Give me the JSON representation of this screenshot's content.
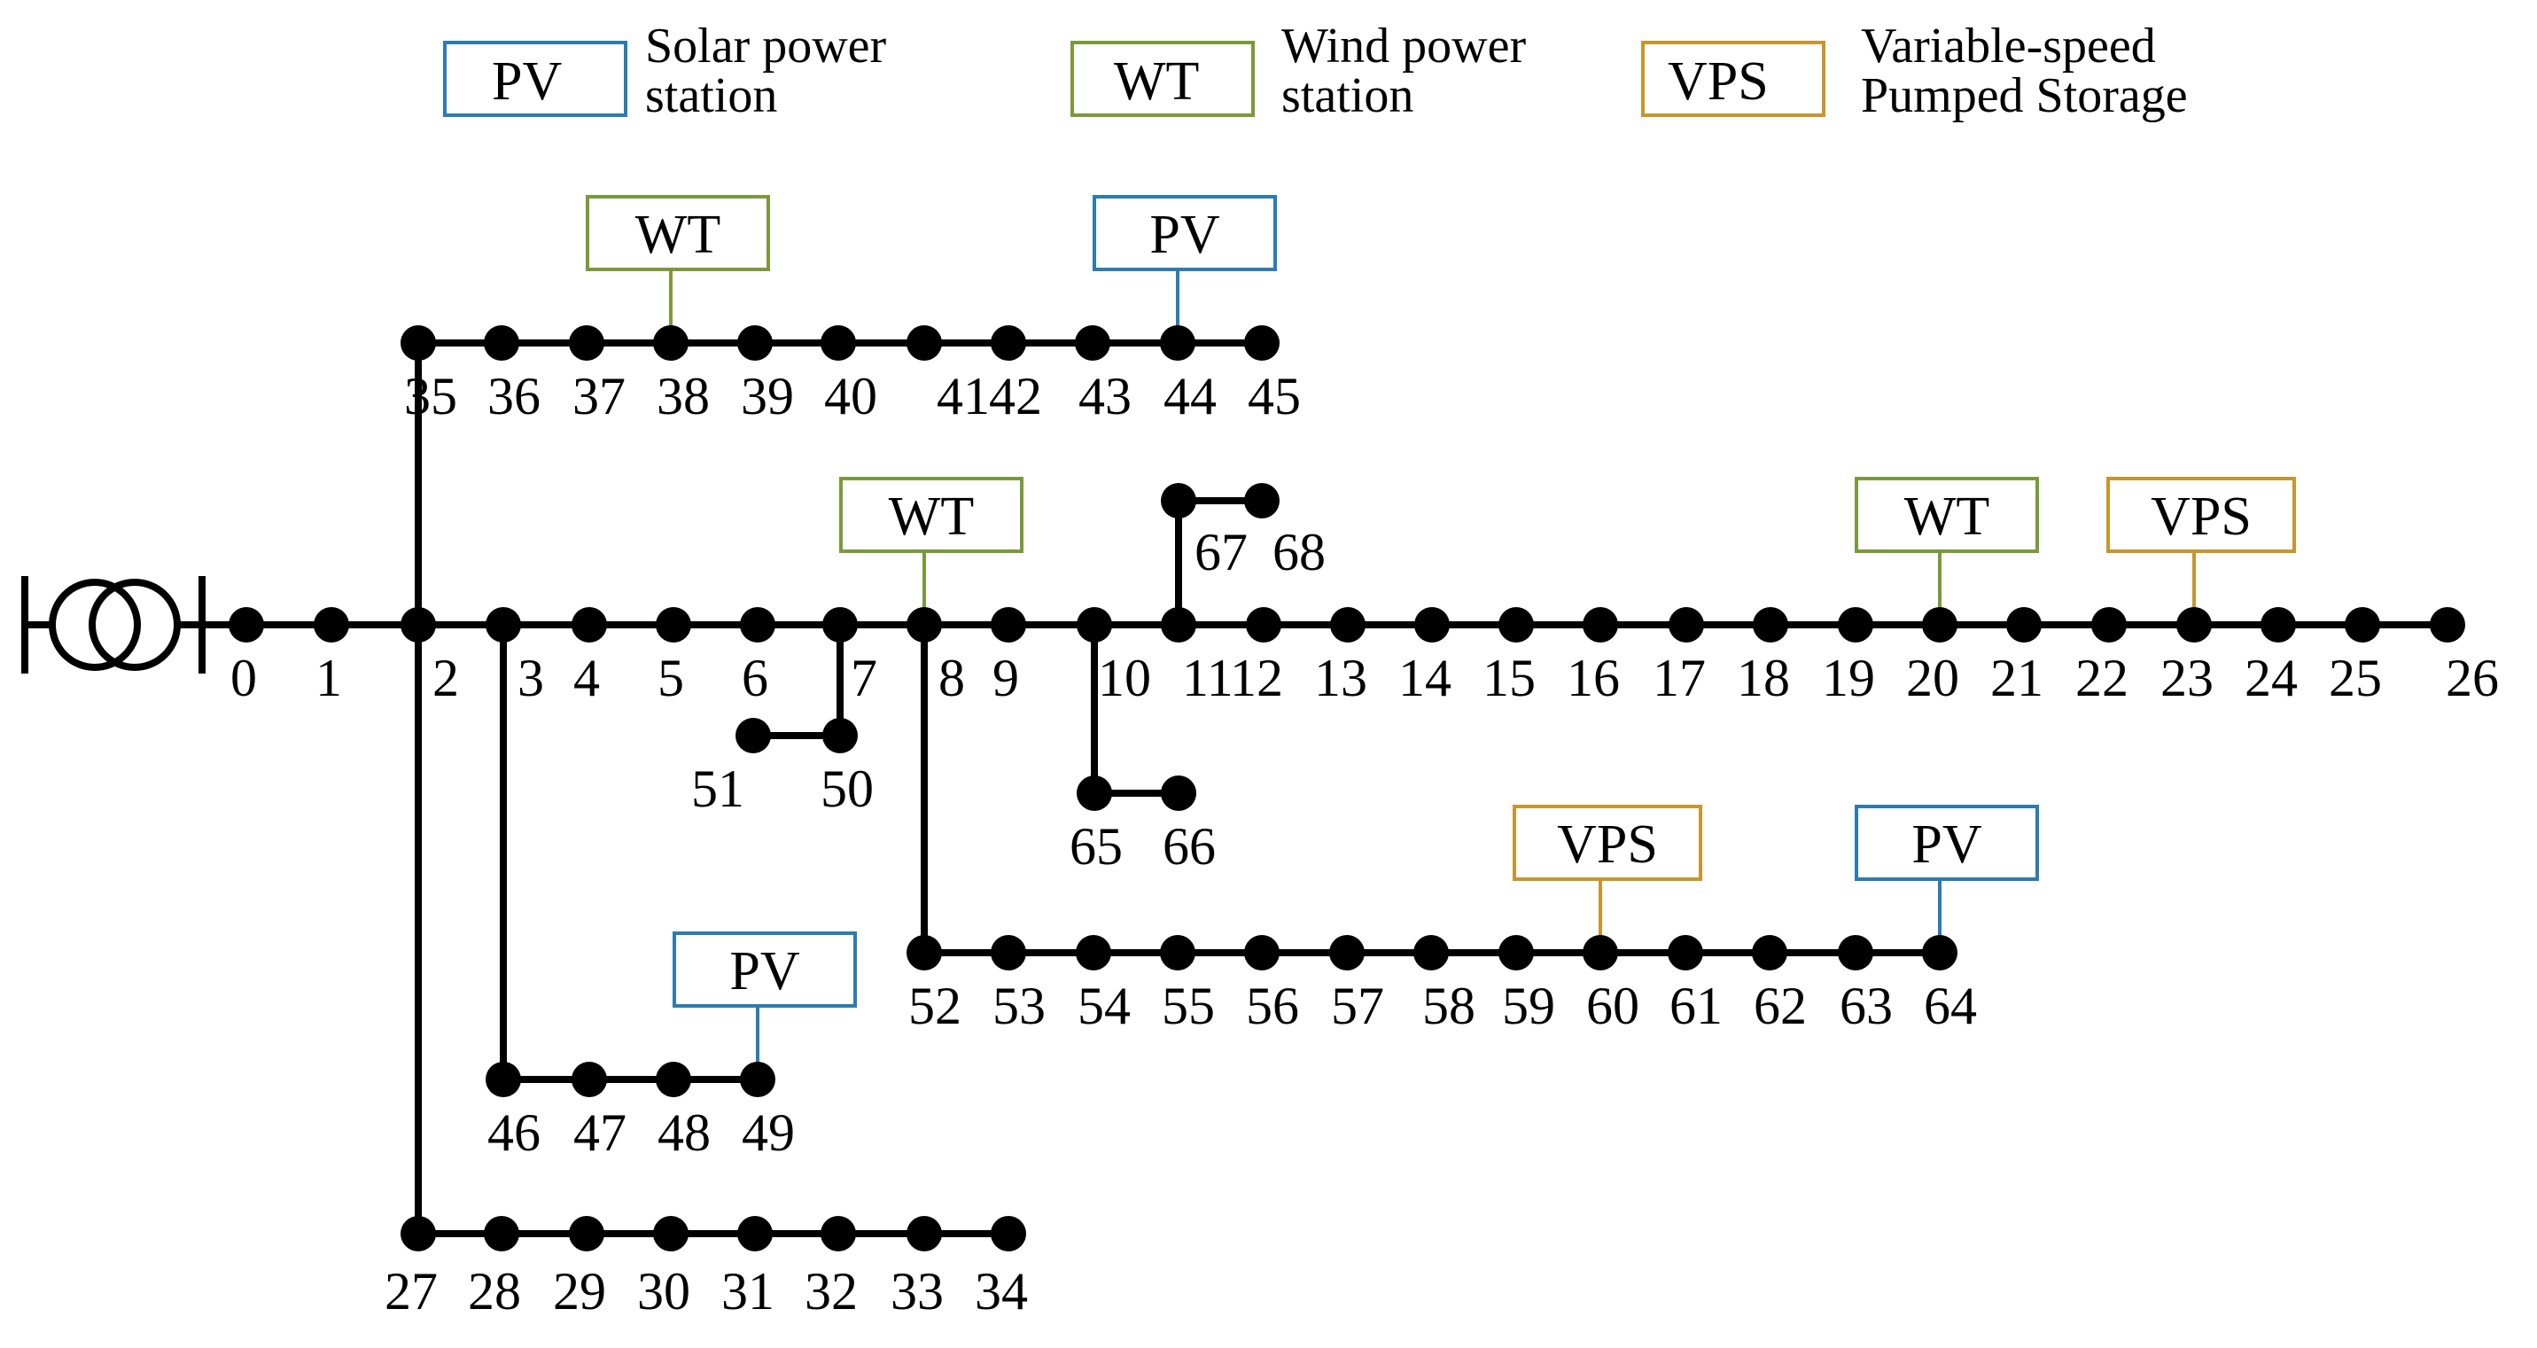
{
  "colors": {
    "line": "#000000",
    "PV": "#2b7cb3",
    "WT": "#7a9a3a",
    "VPS": "#c8962d"
  },
  "legend": [
    {
      "code": "PV",
      "desc_lines": [
        "Solar power",
        "station"
      ]
    },
    {
      "code": "WT",
      "desc_lines": [
        "Wind power",
        "station"
      ]
    },
    {
      "code": "VPS",
      "desc_lines": [
        "Variable-speed",
        "Pumped Storage"
      ]
    }
  ],
  "source_icon": "transformer-icon",
  "buses": [
    "0",
    "1",
    "2",
    "3",
    "4",
    "5",
    "6",
    "7",
    "8",
    "9",
    "10",
    "11",
    "12",
    "13",
    "14",
    "15",
    "16",
    "17",
    "18",
    "19",
    "20",
    "21",
    "22",
    "23",
    "24",
    "25",
    "26",
    "27",
    "28",
    "29",
    "30",
    "31",
    "32",
    "33",
    "34",
    "35",
    "36",
    "37",
    "38",
    "39",
    "40",
    "41",
    "42",
    "43",
    "44",
    "45",
    "46",
    "47",
    "48",
    "49",
    "50",
    "51",
    "52",
    "53",
    "54",
    "55",
    "56",
    "57",
    "58",
    "59",
    "60",
    "61",
    "62",
    "63",
    "64",
    "65",
    "66",
    "67",
    "68"
  ],
  "branches": [
    {
      "from": "2",
      "to": "35"
    },
    {
      "from": "2",
      "to": "27"
    },
    {
      "from": "3",
      "to": "46"
    },
    {
      "from": "7",
      "to": "50"
    },
    {
      "from": "8",
      "to": "52"
    },
    {
      "from": "10",
      "to": "65"
    },
    {
      "from": "11",
      "to": "67"
    }
  ],
  "devices": [
    {
      "type": "WT",
      "bus": "38",
      "label": "WT"
    },
    {
      "type": "PV",
      "bus": "44",
      "label": "PV"
    },
    {
      "type": "WT",
      "bus": "8",
      "label": "WT"
    },
    {
      "type": "WT",
      "bus": "20",
      "label": "WT"
    },
    {
      "type": "VPS",
      "bus": "23",
      "label": "VPS"
    },
    {
      "type": "VPS",
      "bus": "60",
      "label": "VPS"
    },
    {
      "type": "PV",
      "bus": "64",
      "label": "PV"
    },
    {
      "type": "PV",
      "bus": "49",
      "label": "PV"
    }
  ]
}
